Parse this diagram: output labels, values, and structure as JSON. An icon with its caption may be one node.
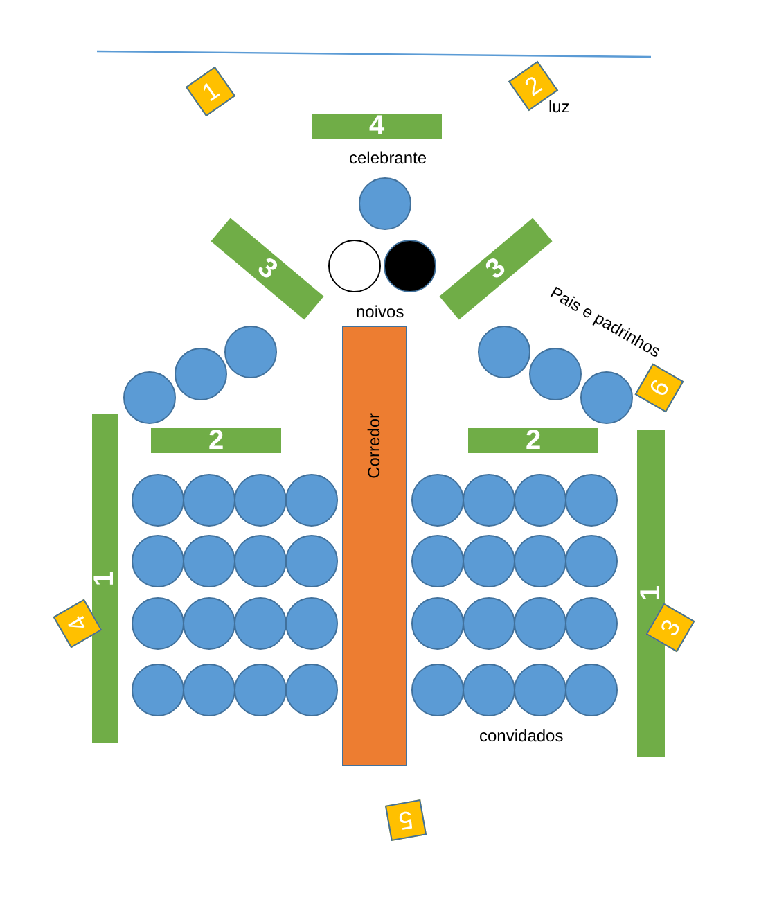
{
  "diagram": {
    "nodes": [
      {
        "text": [
          "1"
        ]
      },
      {
        "text": [
          "2"
        ]
      },
      {
        "text": [
          "4"
        ]
      },
      {
        "text": [
          "3"
        ]
      },
      {
        "text": [
          "3"
        ]
      },
      {
        "text": [
          "2"
        ]
      },
      {
        "text": [
          "2"
        ]
      },
      {
        "text": [
          "1"
        ]
      },
      {
        "text": [
          "1"
        ]
      },
      {
        "text": [
          "Corredor"
        ]
      },
      {
        "text": [
          "4"
        ]
      },
      {
        "text": [
          "3"
        ]
      },
      {
        "text": [
          "6"
        ]
      },
      {
        "text": [
          "5"
        ]
      }
    ],
    "labels": [
      "luz",
      "celebrante",
      "noivos",
      "Pais e padrinhos",
      "convidados"
    ]
  }
}
